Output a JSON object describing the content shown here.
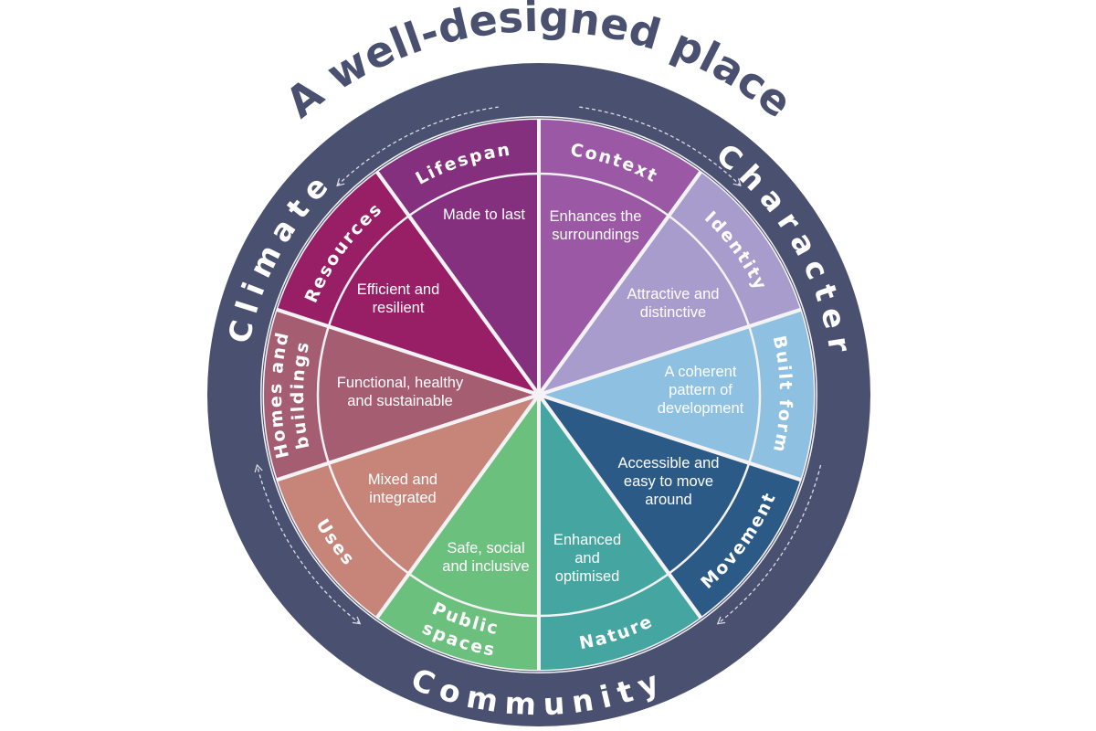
{
  "title": "A well-designed place",
  "colors": {
    "ring": "#4a5070",
    "divider": "#f4f2f4",
    "text": "#ffffff"
  },
  "ring_labels": [
    "Climate",
    "Character",
    "Community"
  ],
  "segments": [
    {
      "name": "context",
      "label": [
        "Context"
      ],
      "description": [
        "Enhances the",
        "surroundings"
      ],
      "color": "#9a58a5"
    },
    {
      "name": "identity",
      "label": [
        "Identity"
      ],
      "description": [
        "Attractive and",
        "distinctive"
      ],
      "color": "#a89ccd"
    },
    {
      "name": "built-form",
      "label": [
        "Built form"
      ],
      "description": [
        "A coherent",
        "pattern of",
        "development"
      ],
      "color": "#8dc0e1"
    },
    {
      "name": "movement",
      "label": [
        "Movement"
      ],
      "description": [
        "Accessible and",
        "easy to move",
        "around"
      ],
      "color": "#2c5a86"
    },
    {
      "name": "nature",
      "label": [
        "Nature"
      ],
      "description": [
        "Enhanced",
        "and",
        "optimised"
      ],
      "color": "#45a6a1"
    },
    {
      "name": "public-spaces",
      "label": [
        "Public",
        "spaces"
      ],
      "description": [
        "Safe, social",
        "and inclusive"
      ],
      "color": "#6cc07e"
    },
    {
      "name": "uses",
      "label": [
        "Uses"
      ],
      "description": [
        "Mixed and",
        "integrated"
      ],
      "color": "#c7857a"
    },
    {
      "name": "homes-and-buildings",
      "label": [
        "Homes and",
        "buildings"
      ],
      "description": [
        "Functional, healthy",
        "and sustainable"
      ],
      "color": "#a55e71"
    },
    {
      "name": "resources",
      "label": [
        "Resources"
      ],
      "description": [
        "Efficient and",
        "resilient"
      ],
      "color": "#981f66"
    },
    {
      "name": "lifespan",
      "label": [
        "Lifespan"
      ],
      "description": [
        "Made to last"
      ],
      "color": "#85307f"
    }
  ]
}
